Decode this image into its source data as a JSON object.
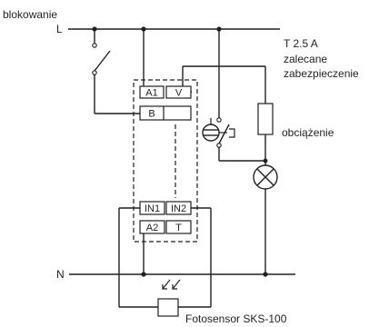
{
  "labels": {
    "blocking": "blokowanie",
    "line": "L",
    "neutral": "N",
    "fuse_rating": "T 2.5 A",
    "fuse_note_1": "zalecane",
    "fuse_note_2": "zabezpieczenie",
    "load": "obciążenie",
    "photosensor": "Fotosensor SKS-100"
  },
  "terminals": {
    "a1": "A1",
    "v": "V",
    "b": "B",
    "in1": "IN1",
    "in2": "IN2",
    "a2": "A2",
    "t": "T"
  }
}
